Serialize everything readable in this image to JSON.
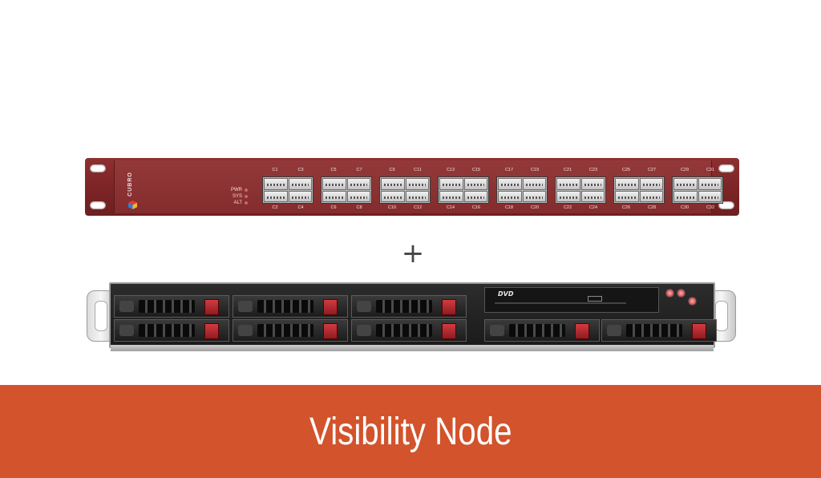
{
  "switch": {
    "brand": "CUBRO",
    "leds": [
      "PWR",
      "SYS",
      "ALT"
    ],
    "port_groups": [
      {
        "top": [
          "C1",
          "C3"
        ],
        "bottom": [
          "C2",
          "C4"
        ]
      },
      {
        "top": [
          "C5",
          "C7"
        ],
        "bottom": [
          "C6",
          "C8"
        ]
      },
      {
        "top": [
          "C9",
          "C11"
        ],
        "bottom": [
          "C10",
          "C12"
        ]
      },
      {
        "top": [
          "C13",
          "C15"
        ],
        "bottom": [
          "C14",
          "C16"
        ]
      },
      {
        "top": [
          "C17",
          "C19"
        ],
        "bottom": [
          "C18",
          "C20"
        ]
      },
      {
        "top": [
          "C21",
          "C23"
        ],
        "bottom": [
          "C22",
          "C24"
        ]
      },
      {
        "top": [
          "C25",
          "C27"
        ],
        "bottom": [
          "C26",
          "C28"
        ]
      },
      {
        "top": [
          "C29",
          "C31"
        ],
        "bottom": [
          "C30",
          "C32"
        ]
      }
    ]
  },
  "plus_symbol": "+",
  "server": {
    "optical_label": "DVD"
  },
  "banner": {
    "title": "Visibility Node",
    "color": "#d2532c"
  }
}
